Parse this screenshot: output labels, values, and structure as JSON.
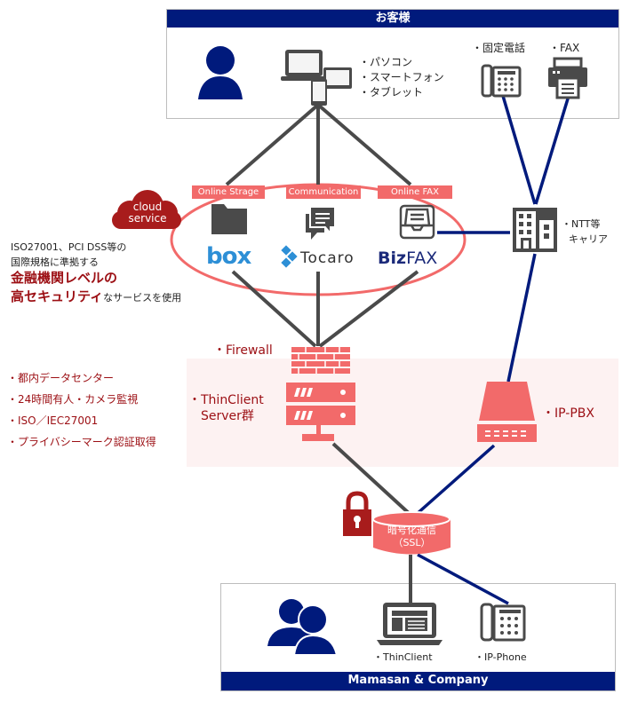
{
  "customer": {
    "header": "お客様",
    "devices": [
      "・パソコン",
      "・スマートフォン",
      "・タブレット"
    ],
    "landline_label": "・固定電話",
    "fax_label": "・FAX"
  },
  "cloud": {
    "badge_line1": "cloud",
    "badge_line2": "service",
    "services": [
      {
        "tag": "Online Strage",
        "logo": "box",
        "icon": "folder-icon"
      },
      {
        "tag": "Communication",
        "logo": "Tocaro",
        "icon": "chat-icon"
      },
      {
        "tag": "Online FAX",
        "logo_bold": "Biz",
        "logo_light": "FAX",
        "icon": "inbox-tray-icon"
      }
    ],
    "note_line1": "ISO27001、PCI DSS等の",
    "note_line2": "国際規格に準拠する",
    "highlight_line1": "金融機関レベルの",
    "highlight_line2": "高セキュリティ",
    "note_suffix": "なサービスを使用"
  },
  "carrier": {
    "line1": "・NTT等",
    "line2": "キャリア"
  },
  "datacenter": {
    "features": [
      "・都内データセンター",
      "・24時間有人・カメラ監視",
      "・ISO／IEC27001",
      "・プライバシーマーク認証取得"
    ],
    "firewall_label": "・Firewall",
    "server_label_line1": "・ThinClient",
    "server_label_line2": "Server群",
    "pbx_label": "・IP-PBX"
  },
  "encryption": {
    "line1": "暗号化通信",
    "line2": "（SSL）"
  },
  "company": {
    "header": "Mamasan & Company",
    "thinclient_label": "・ThinClient",
    "ipphone_label": "・IP-Phone"
  },
  "colors": {
    "navy": "#001a7c",
    "salmon": "#f26a6a",
    "dark_red": "#9c0f14",
    "gray": "#4a4a4a"
  }
}
